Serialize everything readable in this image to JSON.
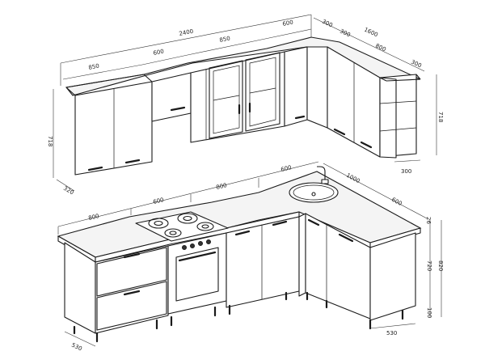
{
  "dimensions": {
    "upper": {
      "total_top": "2400",
      "seg_850": "850",
      "seg_600": "600",
      "seg_800_glass": "850",
      "seg_600_right": "600",
      "corner_300a": "300",
      "corner_300b": "300",
      "side_1600": "1600",
      "side_800": "800",
      "side_300": "300",
      "height_left": "718",
      "height_right": "718",
      "depth_left": "320",
      "depth_right": "300"
    },
    "lower": {
      "seg_800": "800",
      "seg_600": "600",
      "seg_800b": "800",
      "seg_600_sink": "600",
      "side_1000": "1000",
      "side_600": "600",
      "top_thickness": "26",
      "height_720": "720",
      "height_820": "820",
      "plinth_100": "100",
      "depth_left": "530",
      "depth_right": "530"
    }
  },
  "colors": {
    "line": "#1a1a1a",
    "background": "#ffffff"
  }
}
